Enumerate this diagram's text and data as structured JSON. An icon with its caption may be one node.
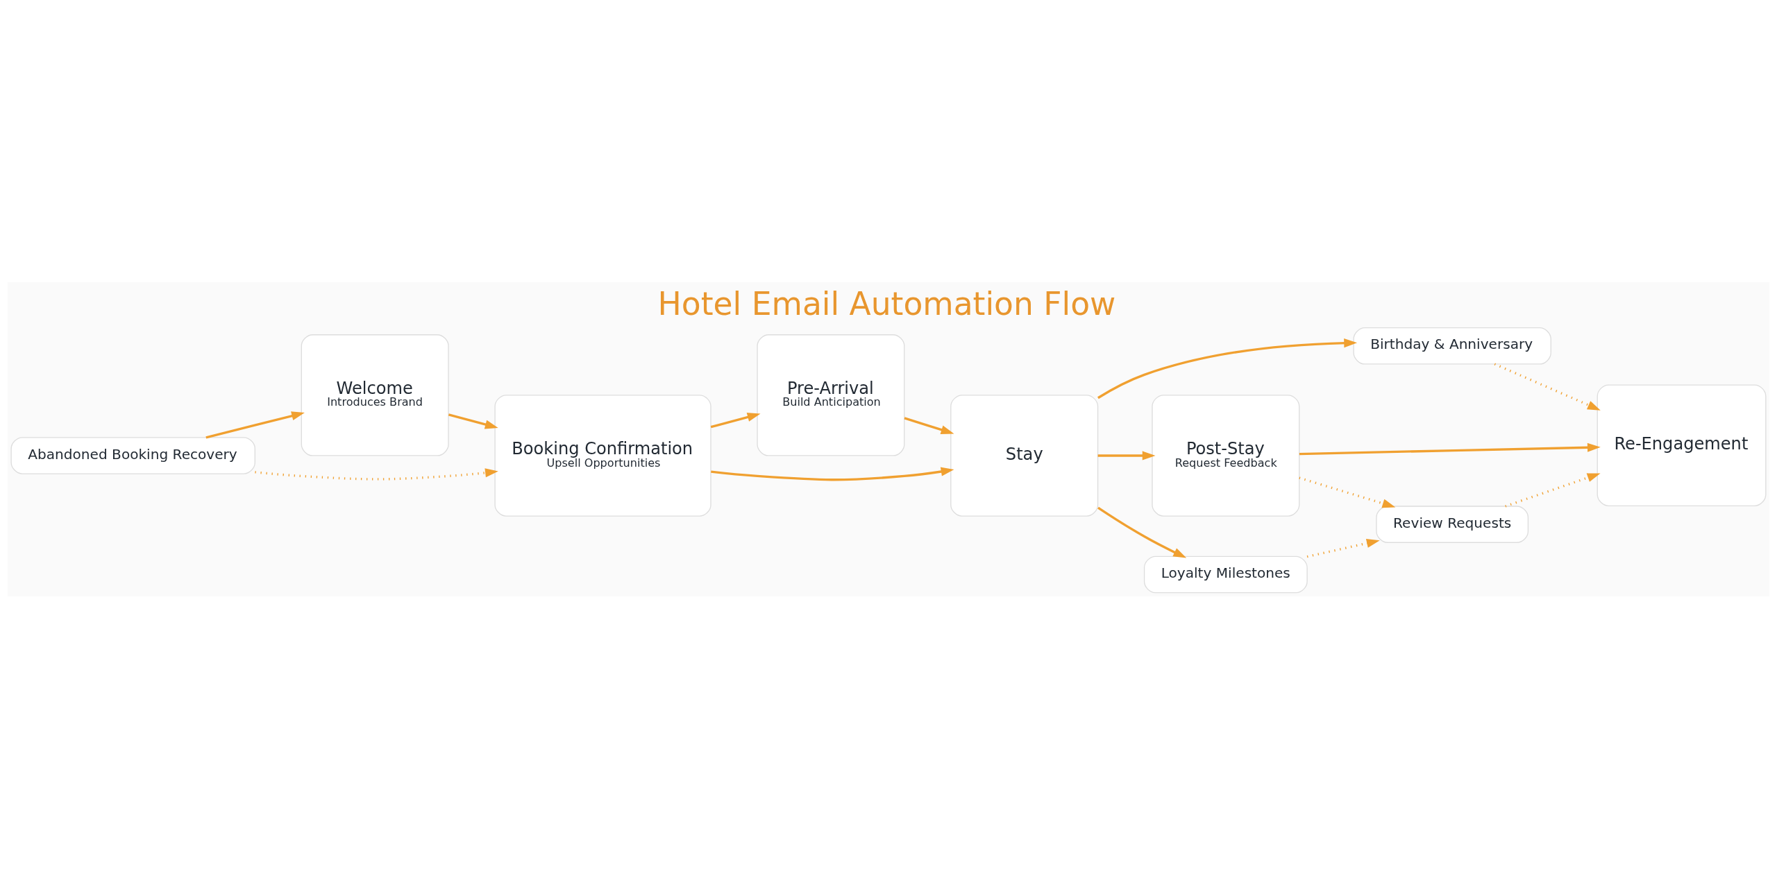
{
  "diagram": {
    "title": "Hotel Email Automation Flow",
    "nodes": [
      {
        "text": [
          "Abandoned Booking Recovery"
        ]
      },
      {
        "text": [
          "Birthday & Anniversary"
        ]
      },
      {
        "text": [
          "Welcome",
          "Introduces Brand"
        ]
      },
      {
        "text": [
          "Booking Confirmation",
          "Upsell Opportunities"
        ]
      },
      {
        "text": [
          "Pre-Arrival",
          "Build Anticipation"
        ]
      },
      {
        "text": [
          "Stay"
        ]
      },
      {
        "text": [
          "Post-Stay",
          "Request Feedback"
        ]
      },
      {
        "text": [
          "Re-Engagement"
        ]
      },
      {
        "text": [
          "Review Requests"
        ]
      },
      {
        "text": [
          "Loyalty Milestones"
        ]
      }
    ],
    "edges": [
      {
        "from": 0,
        "to": 2,
        "arrow": "to"
      },
      {
        "from": 0,
        "to": 3,
        "arrow": "to",
        "style": "dashed"
      },
      {
        "from": 2,
        "to": 3,
        "arrow": "to"
      },
      {
        "from": 3,
        "to": 4,
        "arrow": "to"
      },
      {
        "from": 4,
        "to": 5,
        "arrow": "to"
      },
      {
        "from": 3,
        "to": 5,
        "arrow": "to"
      },
      {
        "from": 5,
        "to": 1,
        "arrow": "to"
      },
      {
        "from": 1,
        "to": 7,
        "arrow": "to",
        "style": "dashed"
      },
      {
        "from": 5,
        "to": 6,
        "arrow": "to"
      },
      {
        "from": 5,
        "to": 9,
        "arrow": "to"
      },
      {
        "from": 6,
        "to": 7,
        "arrow": "to"
      },
      {
        "from": 6,
        "to": 8,
        "arrow": "to",
        "style": "dashed"
      },
      {
        "from": 8,
        "to": 7,
        "arrow": "to",
        "style": "dashed"
      },
      {
        "from": 9,
        "to": 8,
        "arrow": "to",
        "style": "dashed"
      }
    ]
  }
}
